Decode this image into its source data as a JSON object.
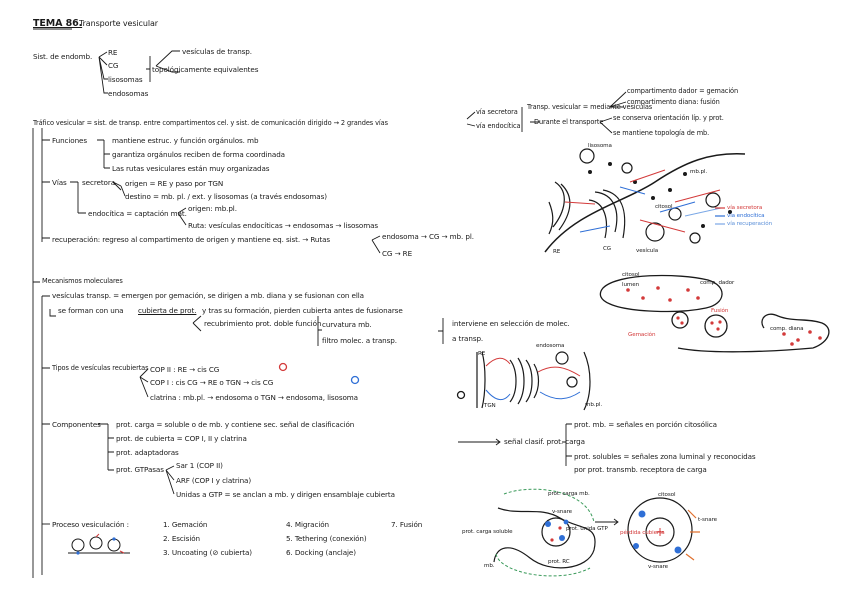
{
  "title": {
    "num": "TEMA 86.",
    "text": "Transporte vesicular"
  },
  "intro": {
    "sist": "Sist. de endomb.",
    "items": [
      "RE",
      "CG",
      "lisosomas",
      "endosomas"
    ],
    "vesic": "vesículas de transp.",
    "topo": "topológicamente equivalentes"
  },
  "trafico": {
    "def": "Tráfico vesicular = sist. de transp. entre compartimentos cel. y sist. de comunicación dirigido → 2 grandes vías",
    "vias": [
      "vía secretora",
      "vía endocítica"
    ],
    "transp": "Transp. vesicular = mediante vesículas",
    "donor": "compartimento dador = gemación",
    "acceptor": "compartimento diana: fusión",
    "durante": "Durante el transporte",
    "conserva": "se conserva orientación líp. y prot.",
    "mantiene": "se mantiene topología de mb."
  },
  "funciones": {
    "label": "Funciones",
    "items": [
      "mantiene estruc. y función orgánulos. mb",
      "garantiza orgánulos reciben de forma coordinada",
      "Las rutas vesiculares están muy organizadas"
    ]
  },
  "vias": {
    "label": "Vías",
    "secretora": "secretora",
    "origen": "origen = RE y paso por TGN",
    "destino": "destino = mb. pl. / ext. y lisosomas (a través endosomas)",
    "endocitica": "endocítica = captación mat.",
    "origen2": "origen: mb.pl.",
    "ruta": "Ruta: vesículas endocíticas → endosomas → lisosomas",
    "recup": "recuperación: regreso al compartimento de origen y mantiene eq. sist. → Rutas",
    "ruta_a": "endosoma → CG → mb. pl.",
    "ruta_b": "CG → RE"
  },
  "fig1": {
    "lisosoma": "lisosoma",
    "mbpl": "mb.pl.",
    "citosol": "citosol",
    "re": "RE",
    "cg": "CG",
    "vesicula": "vesícula",
    "legend": [
      "vía secretora",
      "vía endocítica",
      "vía recuperación"
    ]
  },
  "mecanismos": {
    "label": "Mecanismos moleculares",
    "vesic": "vesículas transp. = emergen por gemación, se dirigen a mb. diana y se fusionan con ella",
    "forman_a": "se forman con una",
    "cubierta": "cubierta de prot.",
    "forman_b": "y tras su formación, pierden cubierta antes de fusionarse",
    "recub": "recubrimiento prot. doble función",
    "curvatura": "curvatura mb.",
    "filtro": "filtro molec. a transp.",
    "interviene": "interviene en selección de molec.",
    "atransp": "a transp."
  },
  "fig2": {
    "citosol": "citosol",
    "lumen": "lumen",
    "dador": "comp. dador",
    "fusion": "Fusión",
    "gemacion": "Gemación",
    "diana": "comp. diana"
  },
  "tipos": {
    "label": "Tipos de vesículas recubiertas",
    "copii": "COP II : RE → cis CG",
    "copi": "COP I : cis CG → RE o TGN → cis CG",
    "clatrina": "clatrina : mb.pl. → endosoma o TGN → endosoma, lisosoma"
  },
  "fig3": {
    "re": "RE",
    "endosoma": "endosoma",
    "tgn": "TGN",
    "mbpl": "mb.pl."
  },
  "componentes": {
    "label": "Componentes",
    "carga": "prot. carga = soluble o de mb. y contiene sec. señal de clasificación",
    "cubierta": "prot. de cubierta = COP I, II y clatrina",
    "adapt": "prot. adaptadoras",
    "gtpasa": "prot. GTPasas",
    "sar": "Sar 1 (COP II)",
    "arf": "ARF (COP I y clatrina)",
    "unidas": "Unidas a GTP = se anclan a mb. y dirigen ensamblaje cubierta",
    "senal": "señal clasif. prot. carga",
    "mb": "prot. mb. = señales en porción citosólica",
    "solubles": "prot. solubles = señales zona luminal y reconocidas",
    "receptor": "por prot. transmb. receptora de carga"
  },
  "proceso": {
    "label": "Proceso vesiculación :",
    "steps": [
      "1. Gemación",
      "2. Escisión",
      "3. Uncoating (⊘ cubierta)",
      "4. Migración",
      "5. Tethering (conexión)",
      "6. Docking (anclaje)",
      "7. Fusión"
    ]
  },
  "fig4": {
    "carga": "prot. carga mb.",
    "vsnare": "v-snare",
    "solub": "prot. carga soluble",
    "gtp": "prot. unida GTP",
    "rc": "prot. RC",
    "mb": "mb.",
    "citosol": "citosol",
    "perdida": "pérdida cubierta",
    "tsnare": "t-snare",
    "vsnare2": "v-snare"
  }
}
